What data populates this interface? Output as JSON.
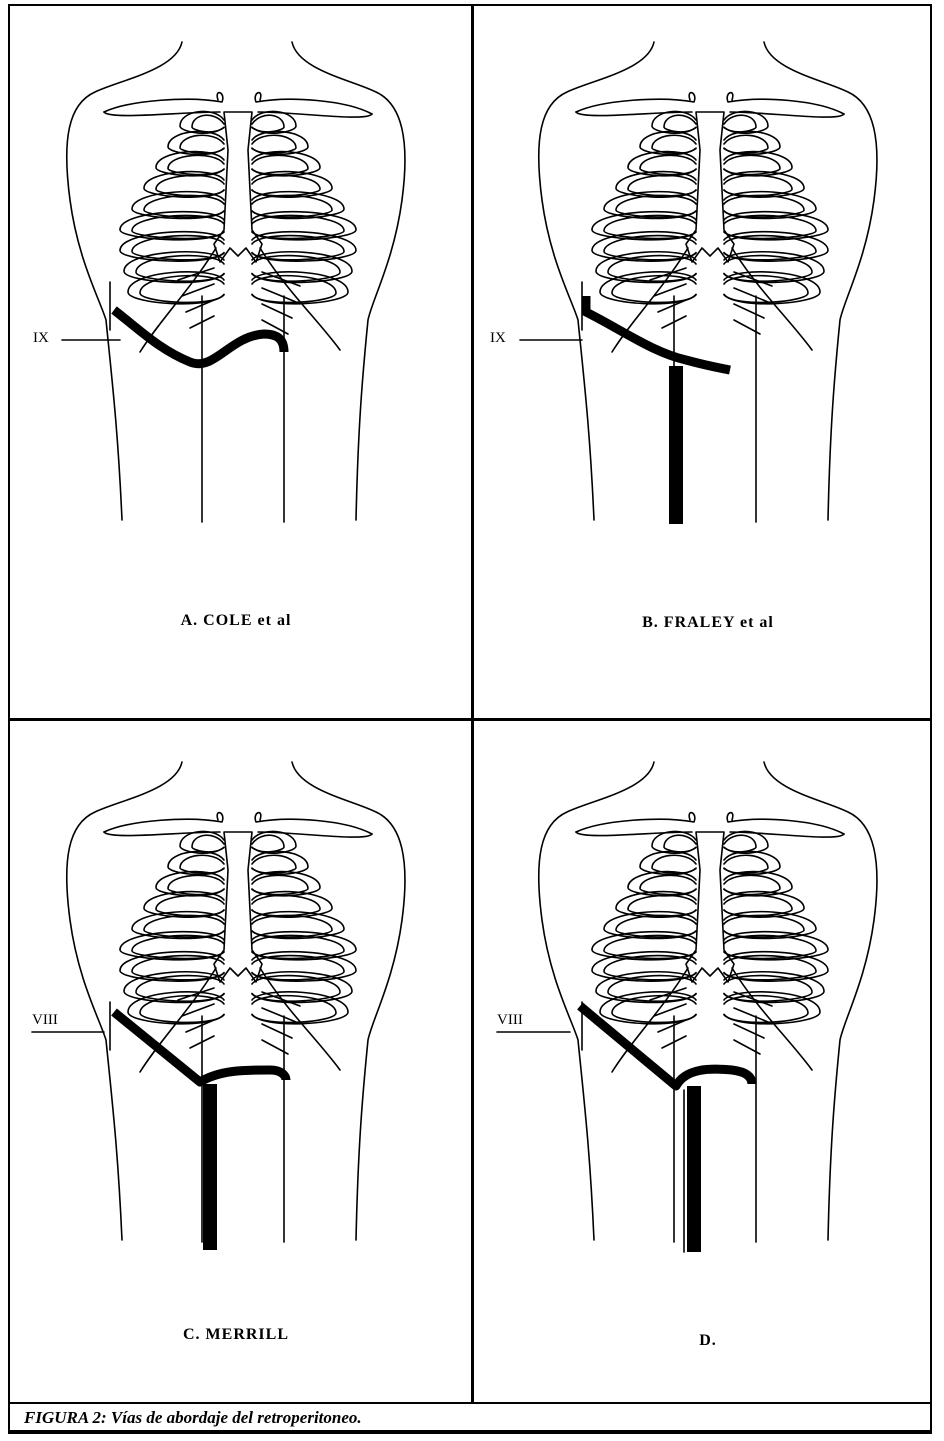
{
  "figure": {
    "caption": "FIGURA 2:  Vías de abordaje del retroperitoneo.",
    "panels": [
      {
        "id": "A",
        "label": "A.  COLE et al",
        "rib_label": "IX",
        "incision": "cole"
      },
      {
        "id": "B",
        "label": "B.  FRALEY et al",
        "rib_label": "IX",
        "incision": "fraley"
      },
      {
        "id": "C",
        "label": "C. MERRILL",
        "rib_label": "VIII",
        "incision": "merrill"
      },
      {
        "id": "D",
        "label": "D.",
        "rib_label": "VIII",
        "incision": "d"
      }
    ]
  }
}
